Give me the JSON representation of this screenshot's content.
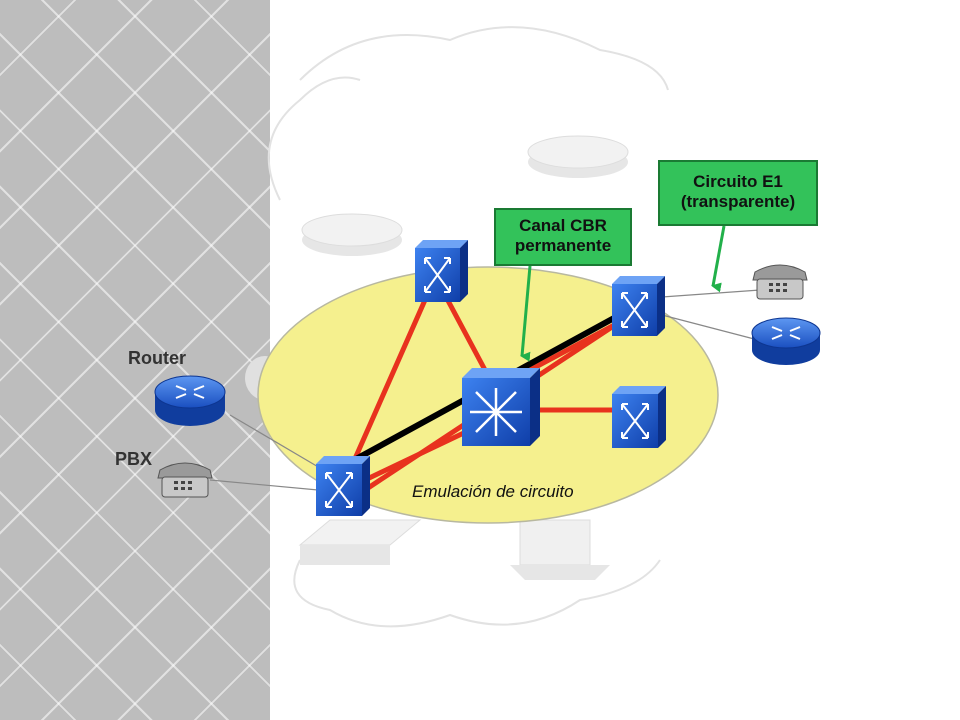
{
  "labels": {
    "router": "Router",
    "pbx": "PBX",
    "region": "Emulación de circuito"
  },
  "callouts": {
    "cbr": {
      "line1": "Canal CBR",
      "line2": "permanente"
    },
    "e1": {
      "line1": "Circuito E1",
      "line2": "(transparente)"
    }
  },
  "colors": {
    "panel": "#bdbdbd",
    "ellipse": "#f5f08e",
    "switch": "#1a5fd6",
    "link": "#e8321e",
    "path": "#000000",
    "callout": "#33c25a"
  },
  "icons": {
    "switch": "atm-switch-icon",
    "router": "router-icon",
    "phone": "telephone-icon"
  }
}
